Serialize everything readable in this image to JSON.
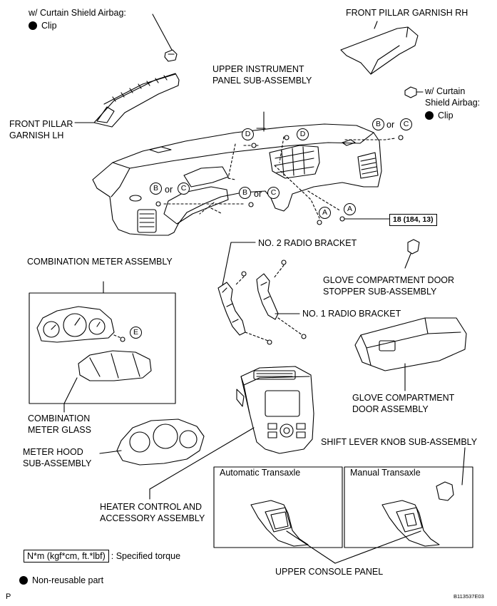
{
  "labels": {
    "clip_top_line1": "w/ Curtain Shield Airbag:",
    "clip_top_line2": "Clip",
    "front_pillar_rh": "FRONT PILLAR GARNISH RH",
    "upper_ip_line1": "UPPER INSTRUMENT",
    "upper_ip_line2": "PANEL SUB-ASSEMBLY",
    "clip_right_line1": "w/ Curtain",
    "clip_right_line2": "Shield Airbag:",
    "clip_right_line3": "Clip",
    "front_pillar_lh_line1": "FRONT PILLAR",
    "front_pillar_lh_line2": "GARNISH LH",
    "b_or_c": "or",
    "torque": "18 (184, 13)",
    "no2_radio": "NO. 2 RADIO BRACKET",
    "combination_meter": "COMBINATION METER ASSEMBLY",
    "glove_stopper_line1": "GLOVE COMPARTMENT DOOR",
    "glove_stopper_line2": "STOPPER SUB-ASSEMBLY",
    "no1_radio": "NO. 1 RADIO BRACKET",
    "glove_door_line1": "GLOVE COMPARTMENT",
    "glove_door_line2": "DOOR ASSEMBLY",
    "meter_glass_line1": "COMBINATION",
    "meter_glass_line2": "METER GLASS",
    "shift_knob": "SHIFT LEVER KNOB SUB-ASSEMBLY",
    "meter_hood_line1": "METER HOOD",
    "meter_hood_line2": "SUB-ASSEMBLY",
    "automatic": "Automatic Transaxle",
    "manual": "Manual Transaxle",
    "heater_line1": "HEATER CONTROL AND",
    "heater_line2": "ACCESSORY ASSEMBLY",
    "legend_torque_box": "N*m (kgf*cm, ft.*lbf)",
    "legend_torque_text": ": Specified torque",
    "upper_console": "UPPER CONSOLE PANEL",
    "legend_nonreusable": "Non-reusable part",
    "corner_p": "P",
    "figure_code": "B113537E03"
  },
  "callouts": {
    "A": "A",
    "B": "B",
    "C": "C",
    "D": "D",
    "E": "E"
  }
}
